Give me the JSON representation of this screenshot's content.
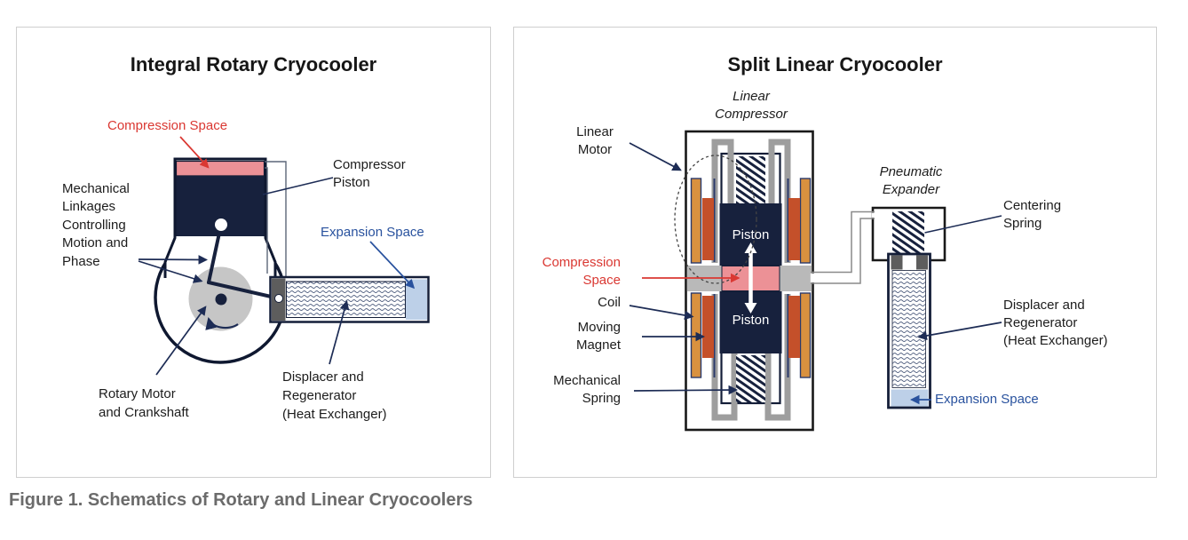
{
  "caption": "Figure 1. Schematics of Rotary and Linear Cryocoolers",
  "panels": {
    "left": {
      "title": "Integral Rotary Cryocooler",
      "labels": {
        "compression_space": "Compression Space",
        "mechanical_linkages": "Mechanical\nLinkages\nControlling\nMotion and\nPhase",
        "compressor_piston": "Compressor\nPiston",
        "expansion_space": "Expansion Space",
        "rotary_motor": "Rotary Motor\nand Crankshaft",
        "displacer_regenerator": "Displacer and\nRegenerator\n(Heat Exchanger)"
      }
    },
    "right": {
      "title": "Split Linear Cryocooler",
      "labels": {
        "linear_compressor": "Linear\nCompressor",
        "linear_motor": "Linear\nMotor",
        "pneumatic_expander": "Pneumatic\nExpander",
        "centering_spring": "Centering\nSpring",
        "compression_space": "Compression\nSpace",
        "coil": "Coil",
        "moving_magnet": "Moving\nMagnet",
        "mechanical_spring": "Mechanical\nSpring",
        "displacer_regenerator": "Displacer and\nRegenerator\n(Heat Exchanger)",
        "expansion_space": "Expansion Space",
        "piston_top": "Piston",
        "piston_bottom": "Piston"
      }
    }
  },
  "colors": {
    "label_red": "#da3832",
    "label_blue": "#29529e",
    "piston_navy": "#17213d",
    "compression_pink": "#ec9196",
    "expansion_blue": "#bdd0e8",
    "coil_orange": "#d9913f",
    "magnet_rust": "#c4502a",
    "frame_gray": "#9e9e9e",
    "band_gray": "#b9b9b9",
    "cap_gray": "#5d5d5d",
    "disc_gray": "#c6c6c6",
    "caption_gray": "#6b6b6b"
  }
}
